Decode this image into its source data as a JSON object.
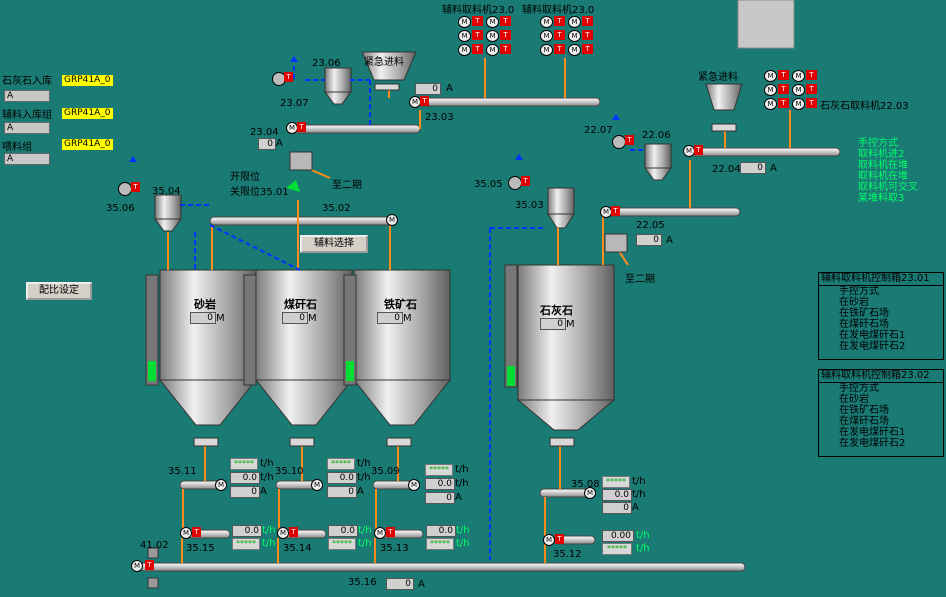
{
  "top_labels": {
    "aux_picker_2301": "辅料取料机23.0",
    "aux_picker_2302": "辅料取料机23.0",
    "emergency_feed_left": "紧急进料",
    "emergency_feed_right": "紧急进料",
    "limestone_picker": "石灰石取料机22.03"
  },
  "left_panel": {
    "rows": [
      {
        "label": "石灰石入库",
        "tag": "GRP41A_0",
        "value": "A"
      },
      {
        "label": "辅料入库组",
        "tag": "GRP41A_0",
        "value": "A"
      },
      {
        "label": "喂料组",
        "tag": "GRP41A_0",
        "value": "A"
      }
    ],
    "ratio_button": "配比设定"
  },
  "equipment": {
    "e2306": "23.06",
    "e2307": "23.07",
    "e2304": "23.04",
    "e2303": "23.03",
    "e3506": "35.06",
    "e3504": "35.04",
    "e3502": "35.02",
    "e3505": "35.05",
    "e3503": "35.03",
    "e2207": "22.07",
    "e2206": "22.06",
    "e2204": "22.04",
    "e2205": "22.05",
    "e3511": "35.11",
    "e3510": "35.10",
    "e3509": "35.09",
    "e3508": "35.08",
    "e3515": "35.15",
    "e3514": "35.14",
    "e3513": "35.13",
    "e3512": "35.12",
    "e4102": "41.02",
    "e3516": "35.16"
  },
  "gate": {
    "open_limit": "开限位",
    "close_limit": "关限位35.01",
    "to_phase2_a": "至二期",
    "to_phase2_b": "至二期"
  },
  "aux_select_button": "辅料选择",
  "silos": [
    {
      "name": "砂岩",
      "level": "0",
      "unit": "M",
      "fill_pct": 18
    },
    {
      "name": "煤矸石",
      "level": "0",
      "unit": "M",
      "fill_pct": 2
    },
    {
      "name": "铁矿石",
      "level": "0",
      "unit": "M",
      "fill_pct": 18
    },
    {
      "name": "石灰石",
      "level": "0",
      "unit": "M",
      "fill_pct": 18
    }
  ],
  "readings": {
    "a_2304": "0",
    "a_2303": "0",
    "a_2204": "0",
    "a_2205": "0",
    "a_3516": "0",
    "unit_a": "A",
    "unit_th": "t/h",
    "feeders": [
      {
        "stars": "*****",
        "flow": "0.0",
        "amp": "0"
      },
      {
        "stars": "*****",
        "flow": "0.0",
        "amp": "0"
      },
      {
        "stars": "*****",
        "flow": "0.0",
        "amp": "0"
      },
      {
        "stars": "*****",
        "flow": "0.0",
        "amp": "0"
      }
    ],
    "belts": [
      {
        "flow": "0.0",
        "stars": "*****"
      },
      {
        "flow": "0.0",
        "stars": "*****"
      },
      {
        "flow": "0.0",
        "stars": "*****"
      },
      {
        "flow": "0.00",
        "stars": "*****"
      }
    ]
  },
  "limestone_status": [
    "手控方式",
    "取料机进2",
    "取料机在堆",
    "取料机在堆",
    "取料机可交叉",
    "某堆料取3"
  ],
  "panel_2301": {
    "title": "辅料取料机控制箱23.01",
    "rows": [
      "手控方式",
      "在砂岩",
      "在铁矿石场",
      "在煤矸石场",
      "在发电煤矸石1",
      "在发电煤矸石2"
    ]
  },
  "panel_2302": {
    "title": "辅料取料机控制箱23.02",
    "rows": [
      "手控方式",
      "在砂岩",
      "在铁矿石场",
      "在煤矸石场",
      "在发电煤矸石1",
      "在发电煤矸石2"
    ]
  },
  "colors": {
    "bg": "#1a7a74",
    "orange": "#ff8c1a",
    "blue": "#0033ff",
    "green": "#00ff66",
    "red": "#e00000"
  }
}
